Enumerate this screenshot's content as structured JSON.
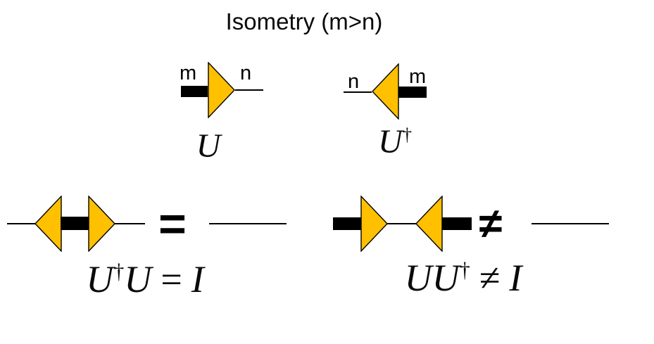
{
  "title": "Isometry (m>n)",
  "colors": {
    "triangle_fill": "#FFC000",
    "triangle_stroke": "#000000",
    "wire": "#000000"
  },
  "top_row": {
    "u_diagram": {
      "thick_wire_label": "m",
      "thin_wire_label": "n",
      "caption": "U"
    },
    "u_dagger_diagram": {
      "thin_wire_label": "n",
      "thick_wire_label": "m",
      "caption_base": "U",
      "caption_sup": "†"
    }
  },
  "bottom_row": {
    "left": {
      "relation_symbol": "=",
      "caption": {
        "first": "U",
        "first_sup": "†",
        "second": "U",
        "relation": "=",
        "result": "I"
      }
    },
    "right": {
      "relation_symbol": "≠",
      "caption": {
        "first": "U",
        "second": "U",
        "second_sup": "†",
        "relation": "≠",
        "result": "I"
      }
    }
  }
}
